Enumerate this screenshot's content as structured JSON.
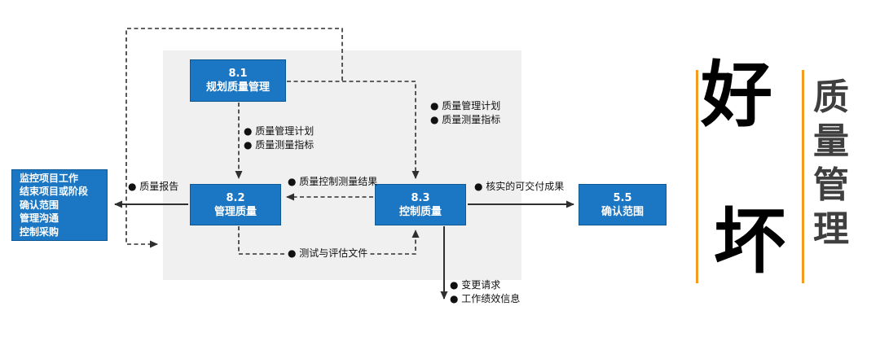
{
  "diagram": {
    "panel_color": "#F0F0F0",
    "box_color": "#1B77C3",
    "line_color": "#2f2f2f",
    "boxes": {
      "plan": {
        "id": "8.1",
        "name": "规划质量管理"
      },
      "manage": {
        "id": "8.2",
        "name": "管理质量"
      },
      "control": {
        "id": "8.3",
        "name": "控制质量"
      },
      "validate": {
        "id": "5.5",
        "name": "确认范围"
      }
    },
    "external_processes": [
      "监控项目工作",
      "结束项目或阶段",
      "确认范围",
      "管理沟通",
      "控制采购"
    ],
    "labels": {
      "plan_to_manage_1": "● 质量管理计划",
      "plan_to_manage_2": "● 质量测量指标",
      "plan_to_control_1": "● 质量管理计划",
      "plan_to_control_2": "● 质量测量指标",
      "control_to_manage": "● 质量控制测量结果",
      "quality_report": "● 质量报告",
      "test_eval_docs": "● 测试与评估文件",
      "verified_deliverables": "● 核实的可交付成果",
      "change_request": "● 变更请求",
      "work_performance": "● 工作绩效信息"
    }
  },
  "side_panel": {
    "good": "好",
    "bad": "坏",
    "title_chars": [
      "质",
      "量",
      "管",
      "理"
    ],
    "accent_color": "#F59B22"
  }
}
